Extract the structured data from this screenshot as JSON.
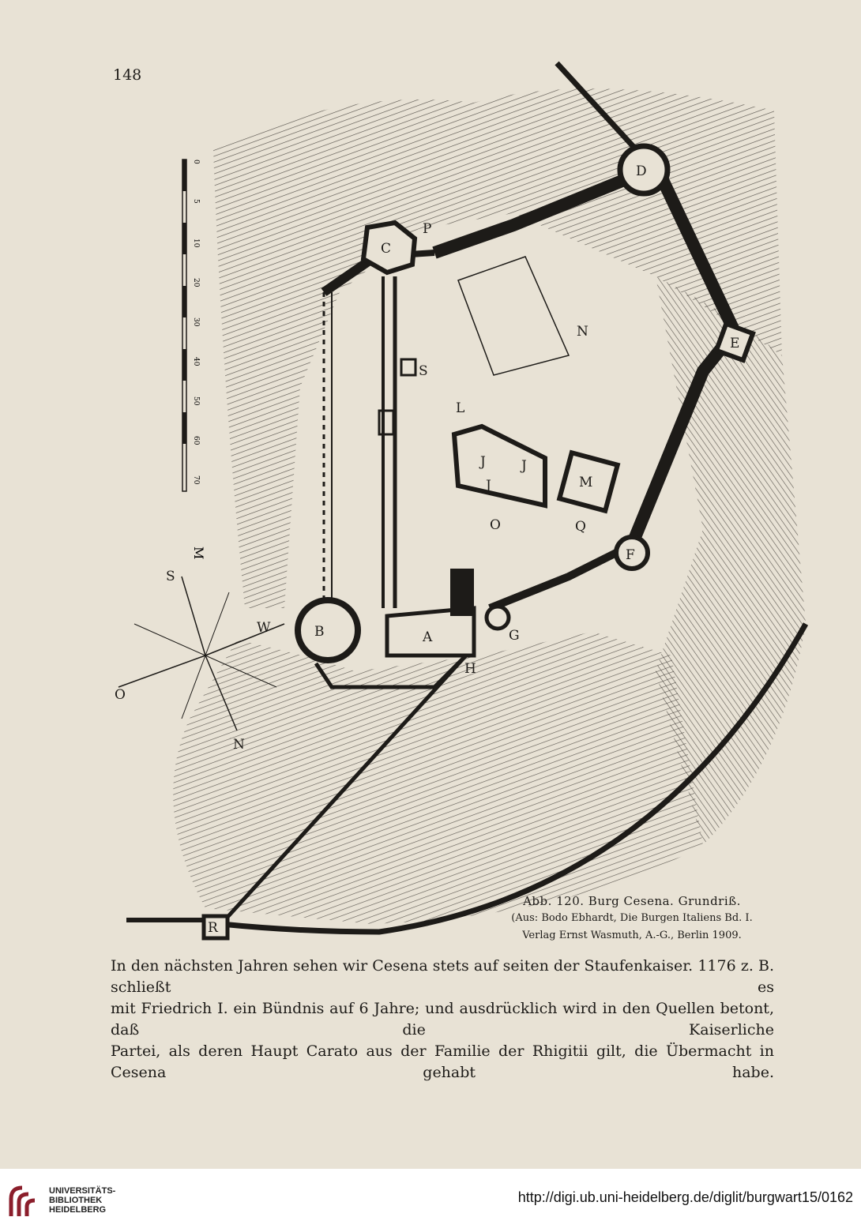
{
  "page_number": "148",
  "figure": {
    "caption_line1": "Abb. 120. Burg Cesena. Grundriß.",
    "caption_line2": "(Aus: Bodo Ebhardt, Die Burgen Italiens Bd. I.",
    "caption_line3": "Verlag Ernst Wasmuth, A.-G., Berlin 1909.",
    "plan_labels": [
      "D",
      "E",
      "F",
      "G",
      "C",
      "P",
      "S",
      "B",
      "A",
      "H",
      "R",
      "N",
      "L",
      "J",
      "J",
      "J",
      "M",
      "Q",
      "O"
    ],
    "compass_labels": [
      "S",
      "W",
      "O",
      "N"
    ],
    "scale_labels": [
      "0",
      "5",
      "10",
      "20",
      "30",
      "40",
      "50",
      "60",
      "70",
      "M"
    ]
  },
  "body_text": [
    "In den nächsten Jahren sehen wir Cesena stets auf seiten der Staufenkaiser. 1176 z. B. schließt es",
    "mit Friedrich I. ein Bündnis auf 6 Jahre; und ausdrücklich wird in den Quellen betont, daß die Kaiserliche",
    "Partei, als deren Haupt Carato aus der Familie der Rhigitii gilt, die Übermacht in Cesena gehabt habe."
  ],
  "footer": {
    "institution": "UNIVERSITÄTS-\nBIBLIOTHEK\nHEIDELBERG",
    "url": "http://digi.ub.uni-heidelberg.de/diglit/burgwart15/0162"
  }
}
